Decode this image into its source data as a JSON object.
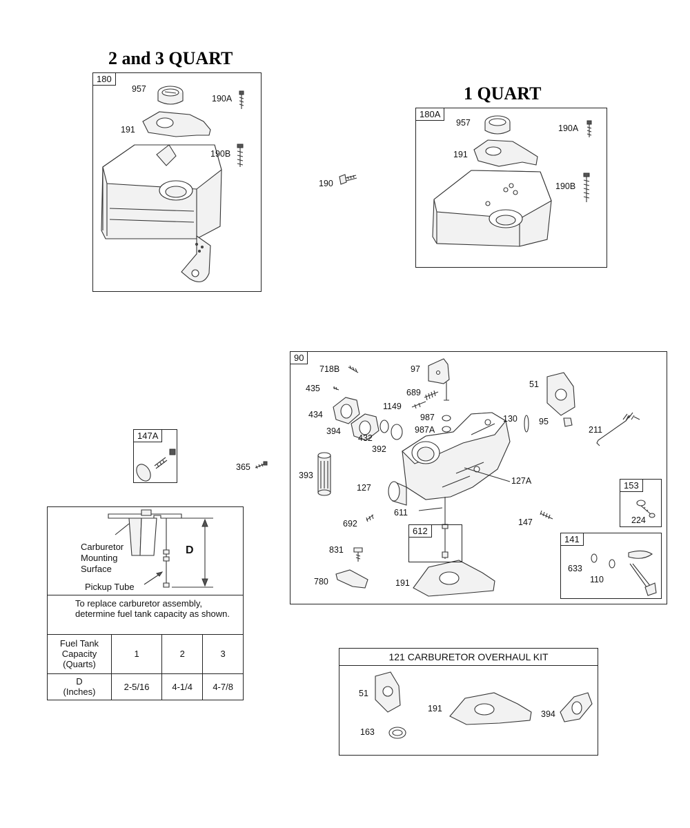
{
  "titles": {
    "two_three_quart": "2 and 3 QUART",
    "one_quart": "1 QUART"
  },
  "tank_large": {
    "tag": "180",
    "labels": {
      "cap": "957",
      "screw_a": "190A",
      "gasket": "191",
      "screw_b": "190B"
    }
  },
  "tank_small": {
    "tag": "180A",
    "labels": {
      "cap": "957",
      "screw_a": "190A",
      "gasket": "191",
      "screw_b": "190B"
    }
  },
  "loose_parts": {
    "bolt_190": "190",
    "screw_365": "365"
  },
  "kit_147a": {
    "tag": "147A"
  },
  "carburetor": {
    "tag": "90",
    "labels": {
      "p718b": "718B",
      "p97": "97",
      "p51": "51",
      "p435": "435",
      "p689": "689",
      "p1149": "1149",
      "p987": "987",
      "p434": "434",
      "p987a": "987A",
      "p130": "130",
      "p95": "95",
      "p211": "211",
      "p394": "394",
      "p432": "432",
      "p392": "392",
      "p393": "393",
      "p127": "127",
      "p127a": "127A",
      "p611": "611",
      "p692": "692",
      "p147": "147",
      "p831": "831",
      "p780": "780",
      "p191": "191"
    },
    "sub_612": {
      "tag": "612"
    },
    "sub_153": {
      "tag": "153",
      "label": "224"
    },
    "sub_141": {
      "tag": "141",
      "labels": {
        "p633": "633",
        "p110": "110"
      }
    }
  },
  "fuel_table": {
    "diagram": {
      "carb_label_1": "Carburetor",
      "carb_label_2": "Mounting",
      "carb_label_3": "Surface",
      "tube_label": "Pickup Tube",
      "dim_label": "D"
    },
    "note": "To replace carburetor assembly, determine fuel tank capacity as shown.",
    "row1_head": [
      "Fuel Tank",
      "Capacity",
      "(Quarts)"
    ],
    "row1": [
      "1",
      "2",
      "3"
    ],
    "row2_head": [
      "D",
      "(Inches)"
    ],
    "row2": [
      "2-5/16",
      "4-1/4",
      "4-7/8"
    ]
  },
  "overhaul_kit": {
    "title": "121 CARBURETOR OVERHAUL KIT",
    "labels": {
      "p51": "51",
      "p191": "191",
      "p394": "394",
      "p163": "163"
    }
  }
}
